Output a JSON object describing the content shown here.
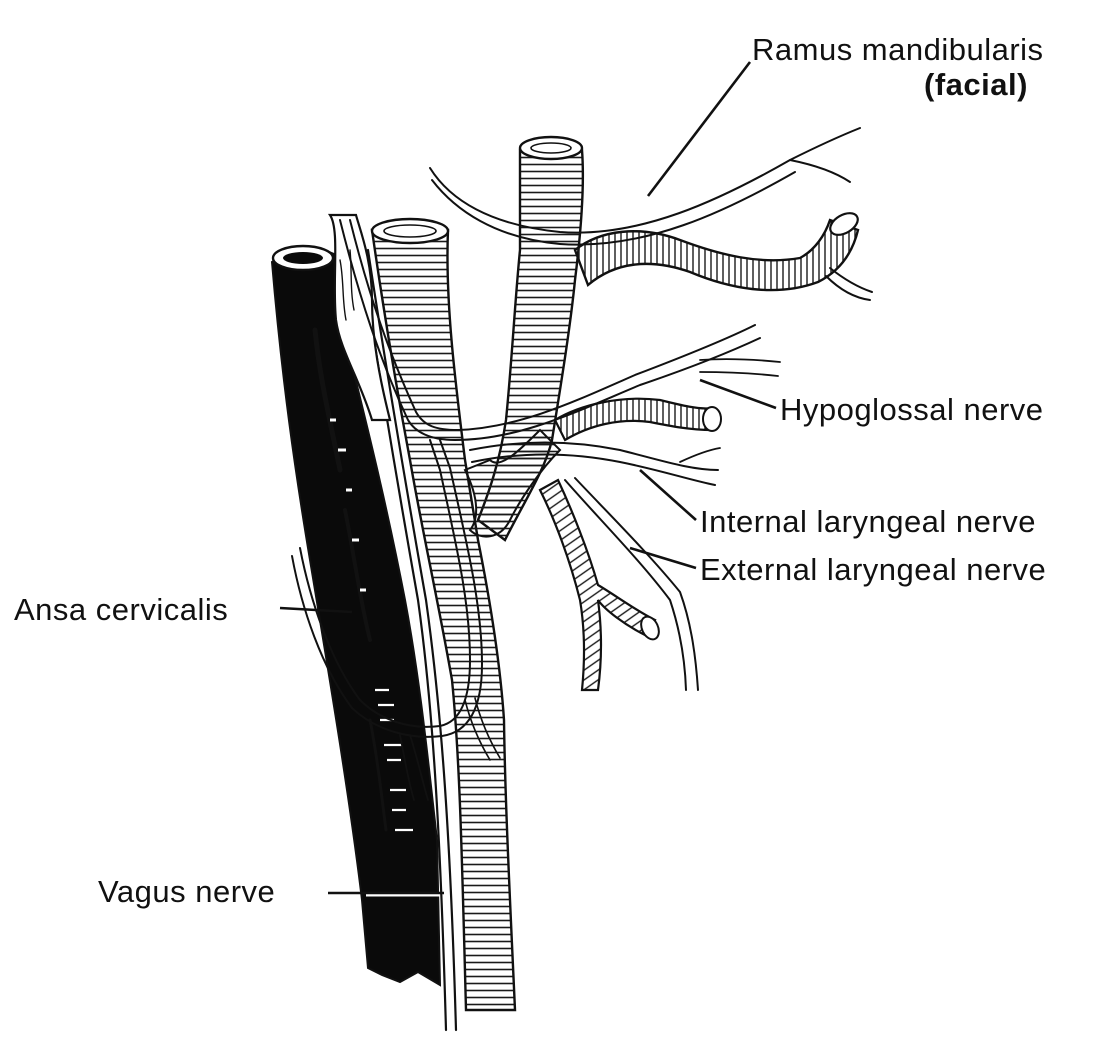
{
  "labels": {
    "ramus_line1": "Ramus mandibularis",
    "ramus_line2": "(facial)",
    "hypoglossal": "Hypoglossal nerve",
    "internal_laryngeal": "Internal laryngeal nerve",
    "external_laryngeal": "External laryngeal nerve",
    "ansa_cervicalis": "Ansa cervicalis",
    "vagus": "Vagus nerve"
  },
  "colors": {
    "ink": "#111111",
    "background": "#ffffff",
    "vein_fill": "#0a0a0a"
  }
}
